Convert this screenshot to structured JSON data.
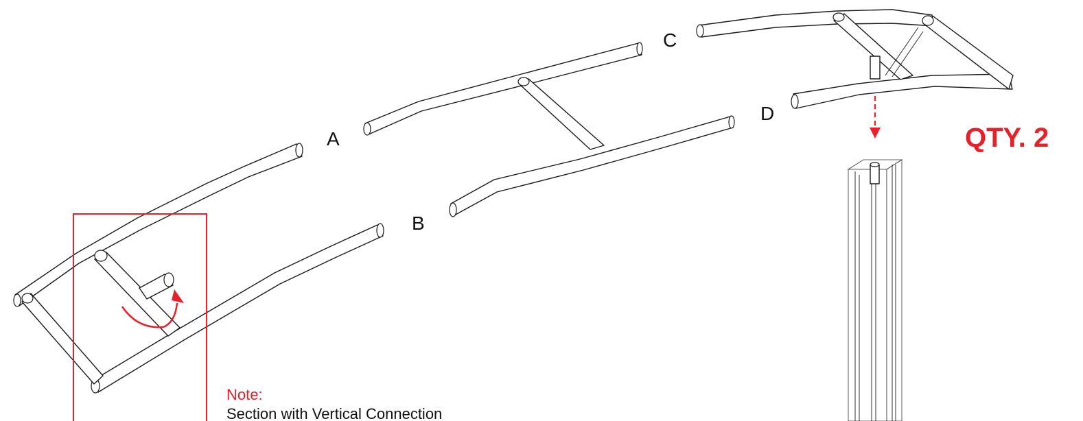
{
  "labels": {
    "a": "A",
    "b": "B",
    "c": "C",
    "d": "D"
  },
  "quantity": "QTY. 2",
  "note": {
    "title": "Note:",
    "body": "Section with Vertical Connection"
  },
  "colors": {
    "accent": "#e8202a",
    "line": "#1a1a1a"
  }
}
